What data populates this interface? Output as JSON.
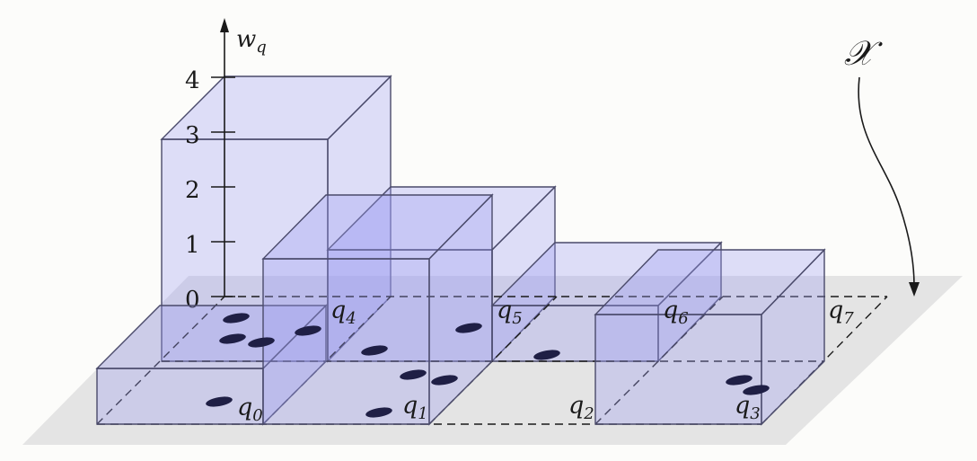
{
  "axis": {
    "label_main": "w",
    "label_sub": "q",
    "ticks": [
      "0",
      "1",
      "2",
      "3",
      "4"
    ]
  },
  "space_label": "𝒳",
  "cells": [
    {
      "main": "q",
      "sub": "0",
      "weight": 1
    },
    {
      "main": "q",
      "sub": "1",
      "weight": 3
    },
    {
      "main": "q",
      "sub": "2",
      "weight": 0
    },
    {
      "main": "q",
      "sub": "3",
      "weight": 2
    },
    {
      "main": "q",
      "sub": "4",
      "weight": 4
    },
    {
      "main": "q",
      "sub": "5",
      "weight": 2
    },
    {
      "main": "q",
      "sub": "6",
      "weight": 1
    },
    {
      "main": "q",
      "sub": "7",
      "weight": 0
    }
  ],
  "colors": {
    "plane": "#e4e4e4",
    "box_face": "#9a9cf2",
    "box_edge": "#4a4a6a",
    "points": "#1f1f45"
  }
}
